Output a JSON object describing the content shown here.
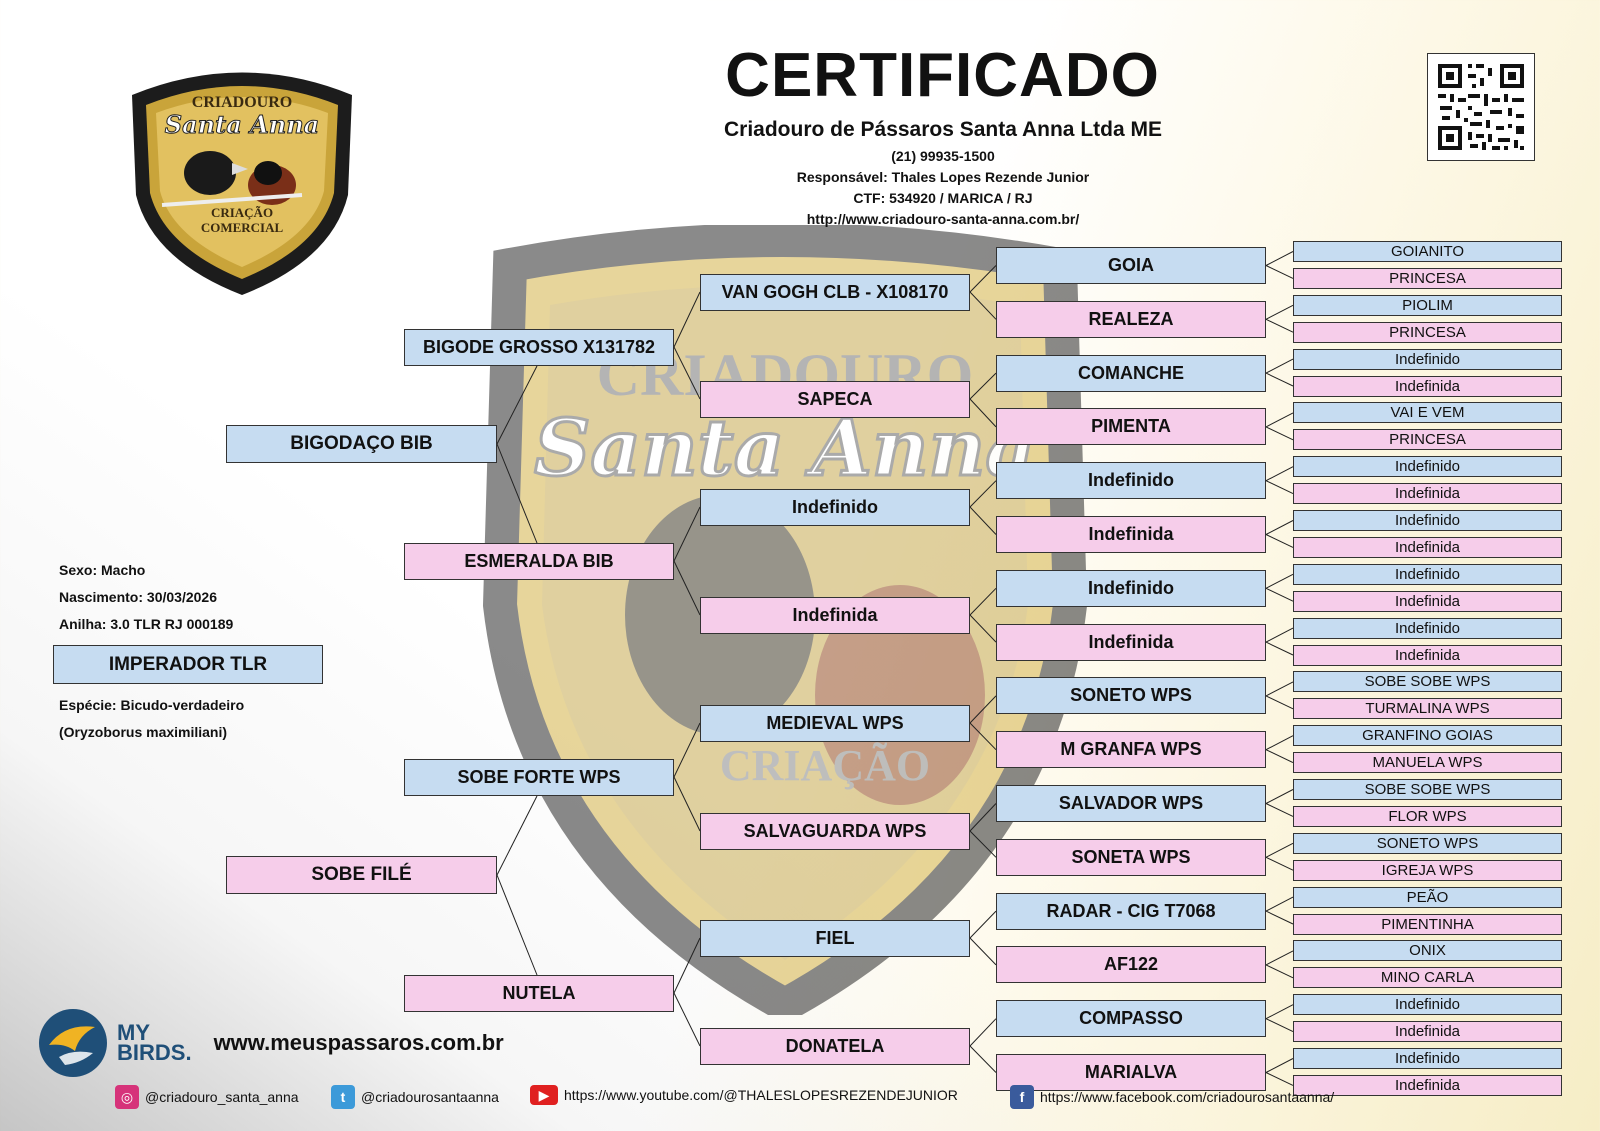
{
  "header": {
    "title": "CERTIFICADO",
    "company": "Criadouro de Pássaros Santa Anna Ltda ME",
    "phone": "(21) 99935-1500",
    "responsible": "Responsável: Thales Lopes Rezende Junior",
    "ctf": "CTF: 534920 / MARICA / RJ",
    "url": "http://www.criadouro-santa-anna.com.br/"
  },
  "logo": {
    "line1": "CRIADOURO",
    "line2": "Santa Anna",
    "line3": "CRIAÇÃO",
    "line4": "COMERCIAL"
  },
  "bird": {
    "sex": "Sexo: Macho",
    "birth": "Nascimento: 30/03/2026",
    "ring": "Anilha: 3.0 TLR RJ 000189",
    "name": "IMPERADOR TLR",
    "species": "Espécie: Bicudo-verdadeiro",
    "species_latin": "(Oryzoborus maximiliani)"
  },
  "pedigree": {
    "gen1": [
      "BIGODAÇO BIB",
      "SOBE FILÉ"
    ],
    "gen2": [
      "BIGODE GROSSO X131782",
      "ESMERALDA BIB",
      "SOBE FORTE WPS",
      "NUTELA"
    ],
    "gen3": [
      "VAN GOGH CLB - X108170",
      "SAPECA",
      "Indefinido",
      "Indefinida",
      "MEDIEVAL WPS",
      "SALVAGUARDA WPS",
      "FIEL",
      "DONATELA"
    ],
    "gen4": [
      "GOIA",
      "REALEZA",
      "COMANCHE",
      "PIMENTA",
      "Indefinido",
      "Indefinida",
      "Indefinido",
      "Indefinida",
      "SONETO WPS",
      "M GRANFA WPS",
      "SALVADOR WPS",
      "SONETA WPS",
      "RADAR - CIG T7068",
      "AF122",
      "COMPASSO",
      "MARIALVA"
    ],
    "gen5": [
      "GOIANITO",
      "PRINCESA",
      "PIOLIM",
      "PRINCESA",
      "Indefinido",
      "Indefinida",
      "VAI E VEM",
      "PRINCESA",
      "Indefinido",
      "Indefinida",
      "Indefinido",
      "Indefinida",
      "Indefinido",
      "Indefinida",
      "Indefinido",
      "Indefinida",
      "SOBE SOBE WPS",
      "TURMALINA WPS",
      "GRANFINO GOIAS",
      "MANUELA WPS",
      "SOBE SOBE WPS",
      "FLOR WPS",
      "SONETO WPS",
      "IGREJA WPS",
      "PEÃO",
      "PIMENTINHA",
      "ONIX",
      "MINO CARLA",
      "Indefinido",
      "Indefinida",
      "Indefinido",
      "Indefinida"
    ]
  },
  "footer": {
    "brand_top": "MY",
    "brand_bottom": "BIRDS.",
    "site": "www.meuspassaros.com.br",
    "instagram": "@criadouro_santa_anna",
    "twitter": "@criadourosantaanna",
    "youtube": "https://www.youtube.com/@THALESLOPESREZENDEJUNIOR",
    "facebook": "https://www.facebook.com/criadourosantaanna/"
  },
  "colors": {
    "male": "#c6dcf1",
    "female": "#f6cdea",
    "gold": "#c9a43a"
  }
}
